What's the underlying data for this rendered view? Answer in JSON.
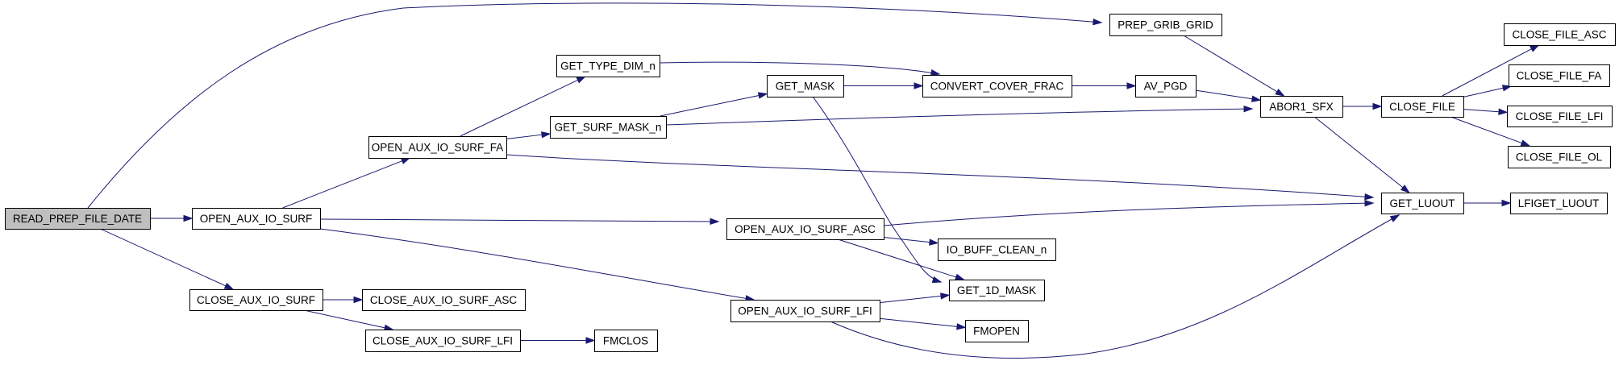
{
  "diagram": {
    "type": "call-graph",
    "edge_color": "#191970",
    "root_fill": "#bfbfbf",
    "nodes": [
      {
        "id": "READ_PREP_FILE_DATE",
        "label": "READ_PREP_FILE_DATE",
        "root": true
      },
      {
        "id": "OPEN_AUX_IO_SURF",
        "label": "OPEN_AUX_IO_SURF"
      },
      {
        "id": "CLOSE_AUX_IO_SURF",
        "label": "CLOSE_AUX_IO_SURF"
      },
      {
        "id": "PREP_GRIB_GRID",
        "label": "PREP_GRIB_GRID"
      },
      {
        "id": "OPEN_AUX_IO_SURF_FA",
        "label": "OPEN_AUX_IO_SURF_FA"
      },
      {
        "id": "GET_TYPE_DIM_n",
        "label": "GET_TYPE_DIM_n"
      },
      {
        "id": "GET_SURF_MASK_n",
        "label": "GET_SURF_MASK_n"
      },
      {
        "id": "GET_MASK",
        "label": "GET_MASK"
      },
      {
        "id": "CONVERT_COVER_FRAC",
        "label": "CONVERT_COVER_FRAC"
      },
      {
        "id": "AV_PGD",
        "label": "AV_PGD"
      },
      {
        "id": "ABOR1_SFX",
        "label": "ABOR1_SFX"
      },
      {
        "id": "CLOSE_FILE",
        "label": "CLOSE_FILE"
      },
      {
        "id": "CLOSE_FILE_ASC",
        "label": "CLOSE_FILE_ASC"
      },
      {
        "id": "CLOSE_FILE_FA",
        "label": "CLOSE_FILE_FA"
      },
      {
        "id": "CLOSE_FILE_LFI",
        "label": "CLOSE_FILE_LFI"
      },
      {
        "id": "CLOSE_FILE_OL",
        "label": "CLOSE_FILE_OL"
      },
      {
        "id": "GET_LUOUT",
        "label": "GET_LUOUT"
      },
      {
        "id": "LFIGET_LUOUT",
        "label": "LFIGET_LUOUT"
      },
      {
        "id": "OPEN_AUX_IO_SURF_ASC",
        "label": "OPEN_AUX_IO_SURF_ASC"
      },
      {
        "id": "IO_BUFF_CLEAN_n",
        "label": "IO_BUFF_CLEAN_n"
      },
      {
        "id": "GET_1D_MASK",
        "label": "GET_1D_MASK"
      },
      {
        "id": "OPEN_AUX_IO_SURF_LFI",
        "label": "OPEN_AUX_IO_SURF_LFI"
      },
      {
        "id": "FMOPEN",
        "label": "FMOPEN"
      },
      {
        "id": "CLOSE_AUX_IO_SURF_ASC",
        "label": "CLOSE_AUX_IO_SURF_ASC"
      },
      {
        "id": "CLOSE_AUX_IO_SURF_LFI",
        "label": "CLOSE_AUX_IO_SURF_LFI"
      },
      {
        "id": "FMCLOS",
        "label": "FMCLOS"
      }
    ],
    "edges": [
      {
        "from": "READ_PREP_FILE_DATE",
        "to": "PREP_GRIB_GRID"
      },
      {
        "from": "READ_PREP_FILE_DATE",
        "to": "OPEN_AUX_IO_SURF"
      },
      {
        "from": "READ_PREP_FILE_DATE",
        "to": "CLOSE_AUX_IO_SURF"
      },
      {
        "from": "OPEN_AUX_IO_SURF",
        "to": "OPEN_AUX_IO_SURF_FA"
      },
      {
        "from": "OPEN_AUX_IO_SURF",
        "to": "OPEN_AUX_IO_SURF_ASC"
      },
      {
        "from": "OPEN_AUX_IO_SURF",
        "to": "OPEN_AUX_IO_SURF_LFI"
      },
      {
        "from": "OPEN_AUX_IO_SURF_FA",
        "to": "GET_TYPE_DIM_n"
      },
      {
        "from": "OPEN_AUX_IO_SURF_FA",
        "to": "GET_SURF_MASK_n"
      },
      {
        "from": "OPEN_AUX_IO_SURF_FA",
        "to": "GET_LUOUT"
      },
      {
        "from": "GET_TYPE_DIM_n",
        "to": "CONVERT_COVER_FRAC"
      },
      {
        "from": "GET_SURF_MASK_n",
        "to": "GET_MASK"
      },
      {
        "from": "GET_SURF_MASK_n",
        "to": "ABOR1_SFX"
      },
      {
        "from": "GET_MASK",
        "to": "CONVERT_COVER_FRAC"
      },
      {
        "from": "GET_MASK",
        "to": "GET_1D_MASK"
      },
      {
        "from": "CONVERT_COVER_FRAC",
        "to": "AV_PGD"
      },
      {
        "from": "AV_PGD",
        "to": "ABOR1_SFX"
      },
      {
        "from": "PREP_GRIB_GRID",
        "to": "ABOR1_SFX"
      },
      {
        "from": "ABOR1_SFX",
        "to": "CLOSE_FILE"
      },
      {
        "from": "ABOR1_SFX",
        "to": "GET_LUOUT"
      },
      {
        "from": "CLOSE_FILE",
        "to": "CLOSE_FILE_ASC"
      },
      {
        "from": "CLOSE_FILE",
        "to": "CLOSE_FILE_FA"
      },
      {
        "from": "CLOSE_FILE",
        "to": "CLOSE_FILE_LFI"
      },
      {
        "from": "CLOSE_FILE",
        "to": "CLOSE_FILE_OL"
      },
      {
        "from": "GET_LUOUT",
        "to": "LFIGET_LUOUT"
      },
      {
        "from": "OPEN_AUX_IO_SURF_ASC",
        "to": "GET_LUOUT"
      },
      {
        "from": "OPEN_AUX_IO_SURF_ASC",
        "to": "IO_BUFF_CLEAN_n"
      },
      {
        "from": "OPEN_AUX_IO_SURF_ASC",
        "to": "GET_1D_MASK"
      },
      {
        "from": "OPEN_AUX_IO_SURF_LFI",
        "to": "GET_1D_MASK"
      },
      {
        "from": "OPEN_AUX_IO_SURF_LFI",
        "to": "FMOPEN"
      },
      {
        "from": "OPEN_AUX_IO_SURF_LFI",
        "to": "GET_LUOUT"
      },
      {
        "from": "CLOSE_AUX_IO_SURF",
        "to": "CLOSE_AUX_IO_SURF_ASC"
      },
      {
        "from": "CLOSE_AUX_IO_SURF",
        "to": "CLOSE_AUX_IO_SURF_LFI"
      },
      {
        "from": "CLOSE_AUX_IO_SURF_LFI",
        "to": "FMCLOS"
      }
    ]
  }
}
